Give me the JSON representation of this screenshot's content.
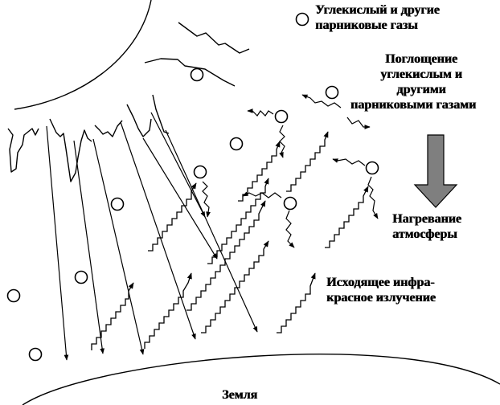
{
  "labels": {
    "legend_gases": [
      "Углекислый и другие",
      "парниковые газы"
    ],
    "absorption": [
      "Поглощение",
      "углекислым и",
      "другими",
      "парниковыми газами"
    ],
    "heating": [
      "Нагревание",
      "атмосферы"
    ],
    "outgoing_ir": [
      "Исходящее инфра-",
      "красное излучение"
    ],
    "earth": "Земля"
  },
  "colors": {
    "ink": "#000000",
    "arrow_fill": "#7f7f7f",
    "background": "#ffffff"
  },
  "icons": {
    "sun": "sun-shape",
    "gas_molecule": "circle-molecule",
    "heating_arrow": "down-arrow"
  }
}
